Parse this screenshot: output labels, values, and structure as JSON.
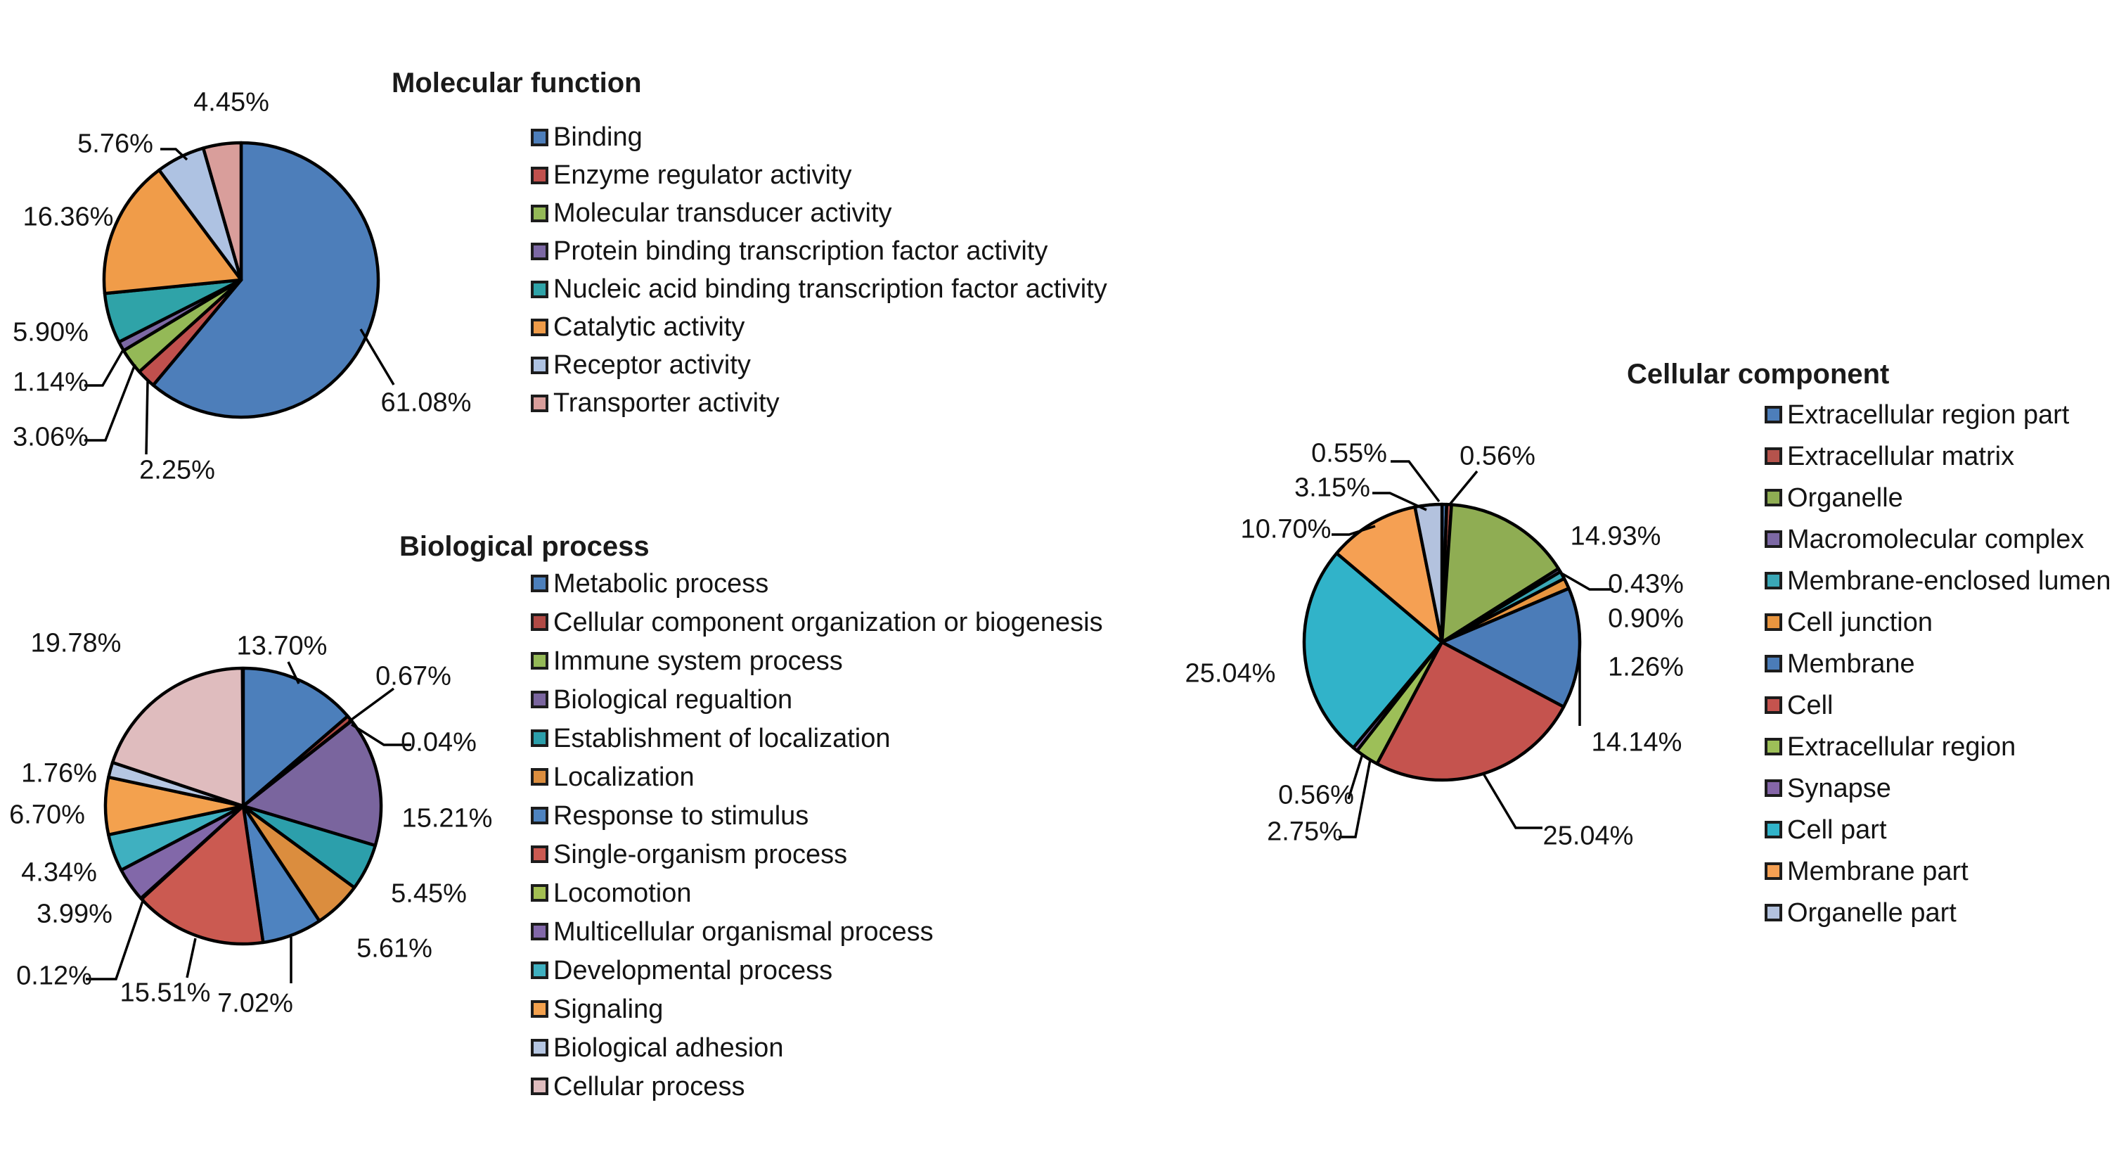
{
  "page": {
    "background": "#ffffff"
  },
  "chart_data": [
    {
      "type": "pie",
      "title": "Molecular function",
      "direction": "clockwise",
      "start_angle_deg": 0,
      "legend_position": "right",
      "categories": [
        "Binding",
        "Enzyme regulator activity",
        "Molecular transducer activity",
        "Protein binding transcription factor activity",
        "Nucleic acid binding transcription factor activity",
        "Catalytic activity",
        "Receptor activity",
        "Transporter activity"
      ],
      "values": [
        61.08,
        2.25,
        3.06,
        1.14,
        5.9,
        16.36,
        5.76,
        4.45
      ],
      "labels": [
        "61.08%",
        "2.25%",
        "3.06%",
        "1.14%",
        "5.90%",
        "16.36%",
        "5.76%",
        "4.45%"
      ],
      "colors": [
        "#4D7EBA",
        "#C0504D",
        "#94B957",
        "#7C68A4",
        "#2FA3A8",
        "#F09C49",
        "#AEC2E2",
        "#D99E9B"
      ]
    },
    {
      "type": "pie",
      "title": "Biological process",
      "direction": "clockwise",
      "start_angle_deg": 0,
      "legend_position": "right",
      "categories": [
        "Metabolic process",
        "Cellular component organization or biogenesis",
        "Immune system process",
        "Biological regualtion",
        "Establishment of localization",
        "Localization",
        "Response to stimulus",
        "Single-organism process",
        "Locomotion",
        "Multicellular organismal process",
        "Developmental process",
        "Signaling",
        "Biological adhesion",
        "Cellular process"
      ],
      "values": [
        13.7,
        0.67,
        0.04,
        15.21,
        5.45,
        5.61,
        7.02,
        15.51,
        0.12,
        3.99,
        4.34,
        6.7,
        1.76,
        19.78
      ],
      "labels": [
        "13.70%",
        "0.67%",
        "0.04%",
        "15.21%",
        "5.45%",
        "5.61%",
        "7.02%",
        "15.51%",
        "0.12%",
        "3.99%",
        "4.34%",
        "6.70%",
        "1.76%",
        "19.78%"
      ],
      "colors": [
        "#4C7FBB",
        "#B04A45",
        "#94B957",
        "#7A659E",
        "#2C9FAB",
        "#DB8D3E",
        "#4E83C0",
        "#CB5A51",
        "#A3BF52",
        "#8268A9",
        "#3FB0C0",
        "#F3A14E",
        "#B5C6E2",
        "#DFBCBE"
      ]
    },
    {
      "type": "pie",
      "title": "Cellular component",
      "direction": "clockwise",
      "start_angle_deg": 0,
      "legend_position": "right",
      "categories": [
        "Extracellular region part",
        "Extracellular matrix",
        "Organelle",
        "Macromolecular complex",
        "Membrane-enclosed lumen",
        "Cell junction",
        "Membrane",
        "Cell",
        "Extracellular region",
        "Synapse",
        "Cell part",
        "Membrane part",
        "Organelle part"
      ],
      "values": [
        0.55,
        0.56,
        14.93,
        0.43,
        0.9,
        1.26,
        14.14,
        25.04,
        2.75,
        0.56,
        25.04,
        10.7,
        3.15
      ],
      "labels": [
        "0.55%",
        "0.56%",
        "14.93%",
        "0.43%",
        "0.90%",
        "1.26%",
        "14.14%",
        "25.04%",
        "2.75%",
        "0.56%",
        "25.04%",
        "10.70%",
        "3.15%"
      ],
      "colors": [
        "#4D7EBA",
        "#B5534C",
        "#8FAD53",
        "#7C68A4",
        "#3AA7B6",
        "#E8953F",
        "#4B7CB8",
        "#C5534E",
        "#9DBF58",
        "#8566A8",
        "#31B3C9",
        "#F5A053",
        "#B3C2DE"
      ]
    }
  ]
}
